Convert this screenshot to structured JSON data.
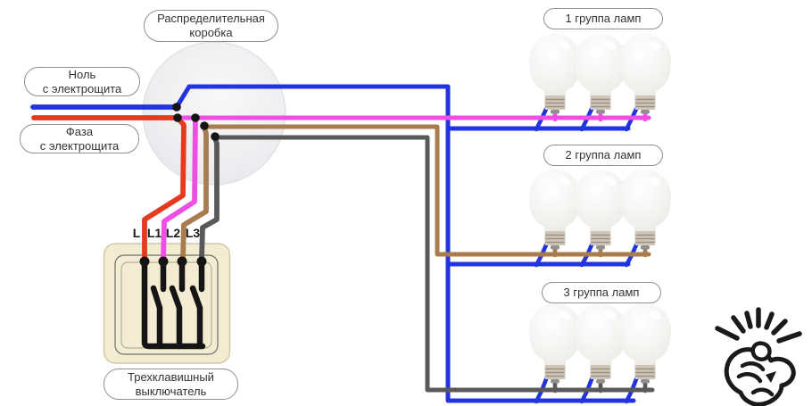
{
  "colors": {
    "neutral": "#2134df",
    "phase": "#e63a1e",
    "switched1": "#ee4ee4",
    "switched2": "#a87c4c",
    "switched3": "#595959",
    "schematic": "#151515",
    "plate": "#f4ecd2",
    "plate_border": "#d2c7a4",
    "bubble_border": "#8f8f8f",
    "text": "#333333"
  },
  "distribution_box": {
    "label_line1": "Распределительная",
    "label_line2": "коробка"
  },
  "feeds": {
    "neutral": {
      "line1": "Ноль",
      "line2": "с электрощита"
    },
    "phase": {
      "line1": "Фаза",
      "line2": "с электрощита"
    }
  },
  "switch": {
    "label_line1": "Трехклавишный",
    "label_line2": "выключатель",
    "terminals": [
      "L",
      "L1",
      "L2",
      "L3"
    ]
  },
  "lamp_groups": [
    {
      "label": "1 группа ламп",
      "lamp_count": 3
    },
    {
      "label": "2 группа ламп",
      "lamp_count": 3
    },
    {
      "label": "3 группа ламп",
      "lamp_count": 3
    }
  ],
  "decoration": {
    "icon": "snapping-fingers-hand"
  }
}
